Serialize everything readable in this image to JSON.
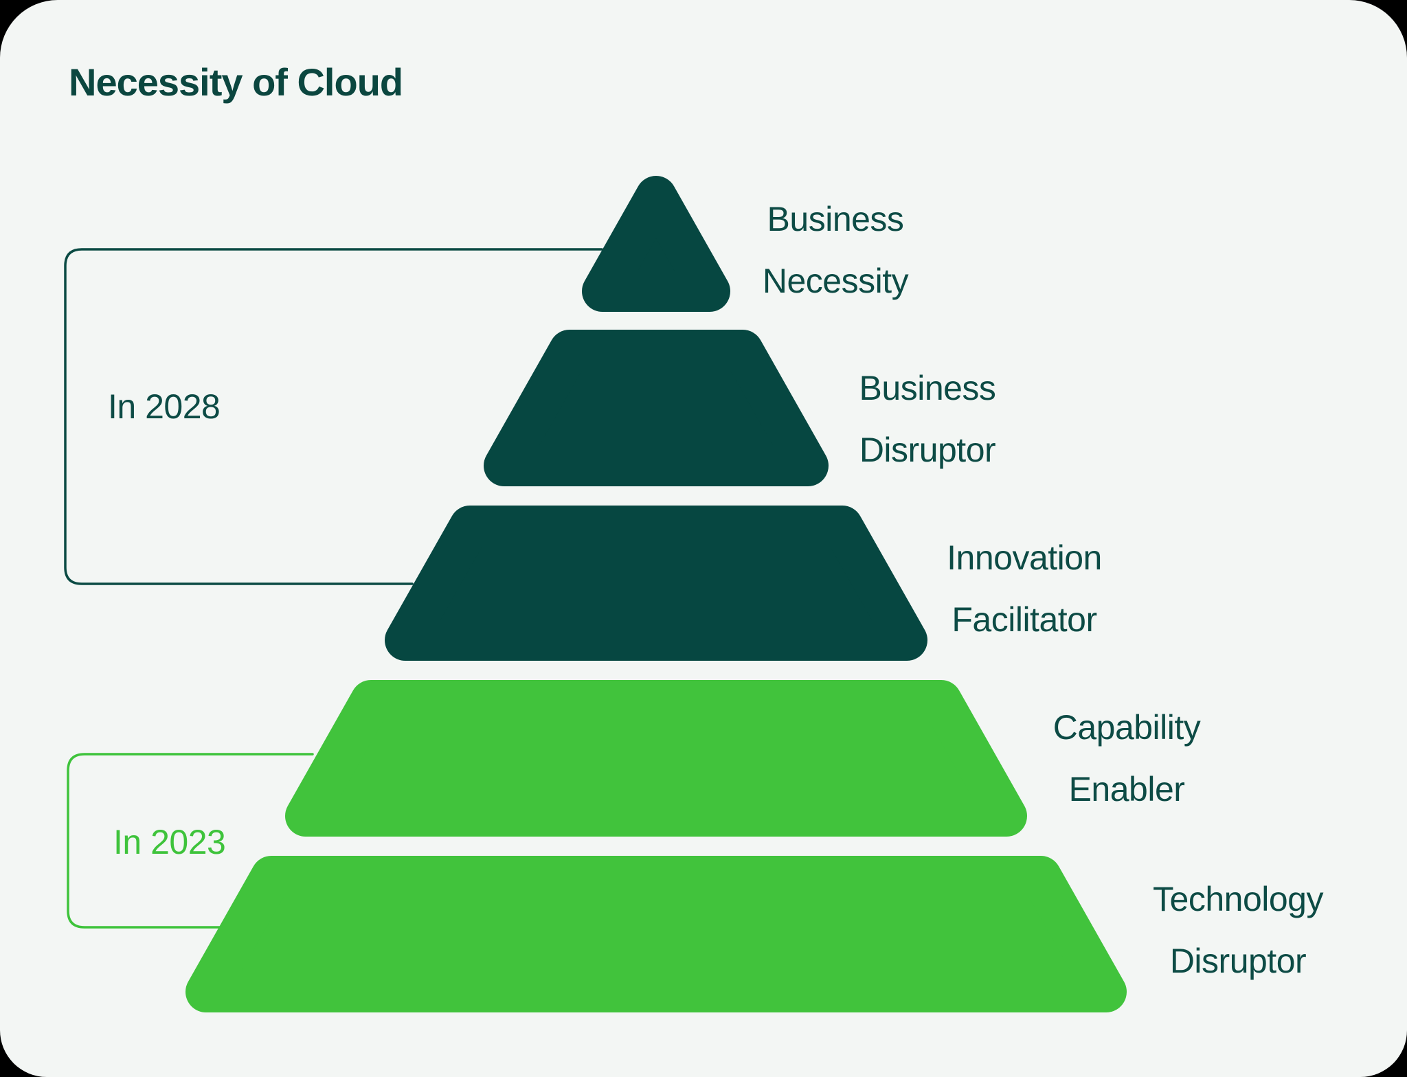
{
  "page": {
    "title": "Necessity of Cloud"
  },
  "colors": {
    "background": "#F3F6F4",
    "outer_background": "#000000",
    "dark_teal_shape": "#064741",
    "green_shape": "#41C33C",
    "label_text": "#0D4B45",
    "title_text": "#0B463F",
    "bracket_2028_line": "#0A4A43",
    "bracket_2023_line": "#3EC33B",
    "bracket_2023_text": "#3EC33B"
  },
  "pyramid": {
    "levels": [
      {
        "rank": 1,
        "label_line1": "Business",
        "label_line2": "Necessity",
        "tone": "dark"
      },
      {
        "rank": 2,
        "label_line1": "Business",
        "label_line2": "Disruptor",
        "tone": "dark"
      },
      {
        "rank": 3,
        "label_line1": "Innovation",
        "label_line2": "Facilitator",
        "tone": "dark"
      },
      {
        "rank": 4,
        "label_line1": "Capability",
        "label_line2": "Enabler",
        "tone": "green"
      },
      {
        "rank": 5,
        "label_line1": "Technology",
        "label_line2": "Disruptor",
        "tone": "green"
      }
    ]
  },
  "annotations": {
    "bracket_2028": {
      "label": "In 2028",
      "spans": "top three levels"
    },
    "bracket_2023": {
      "label": "In 2023",
      "spans": "bottom two levels"
    }
  }
}
